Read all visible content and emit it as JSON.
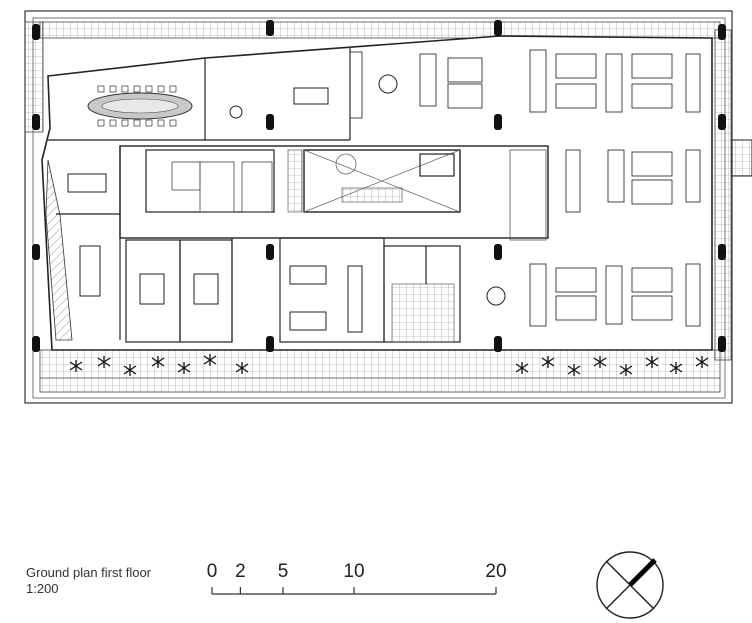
{
  "caption": {
    "title": "Ground plan first floor",
    "scale": "1:200"
  },
  "scale_bar": {
    "unit": "m",
    "ticks": [
      {
        "value": 0,
        "label": "0"
      },
      {
        "value": 2,
        "label": "2"
      },
      {
        "value": 5,
        "label": "5"
      },
      {
        "value": 10,
        "label": "10"
      },
      {
        "value": 20,
        "label": "20"
      }
    ]
  },
  "north_arrow": {
    "icon": "north-arrow-icon"
  },
  "colors": {
    "line": "#333333",
    "column": "#111111",
    "light_line": "#9a9a9a",
    "background": "#ffffff"
  }
}
